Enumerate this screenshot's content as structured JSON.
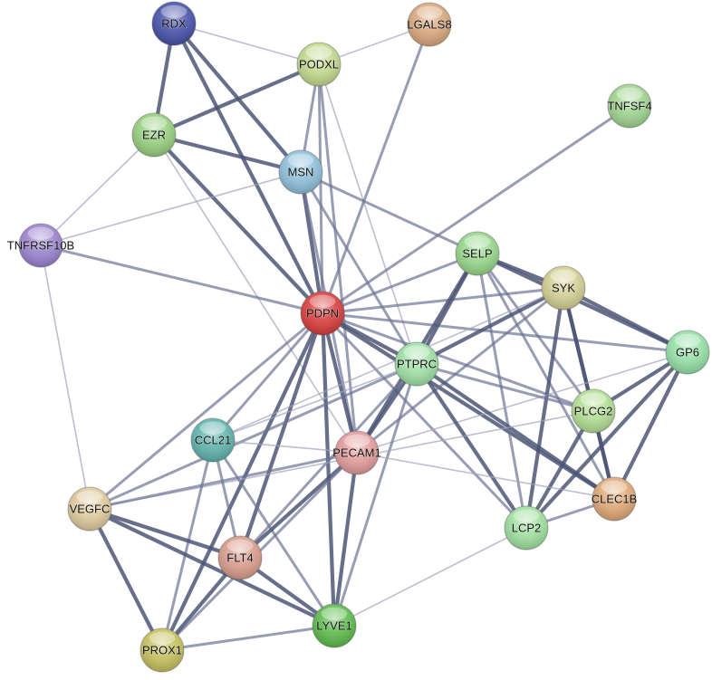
{
  "nodes": [
    {
      "id": "RDX",
      "label": "RDX",
      "color": "#4550a8"
    },
    {
      "id": "LGALS8",
      "label": "LGALS8",
      "color": "#d9a77c"
    },
    {
      "id": "PODXL",
      "label": "PODXL",
      "color": "#c2d98c"
    },
    {
      "id": "TNFSF4",
      "label": "TNFSF4",
      "color": "#9fd48f"
    },
    {
      "id": "EZR",
      "label": "EZR",
      "color": "#96cf7e"
    },
    {
      "id": "MSN",
      "label": "MSN",
      "color": "#8ebfdb"
    },
    {
      "id": "TNFRSF10B",
      "label": "TNFRSF10B",
      "color": "#9a82cf"
    },
    {
      "id": "SELP",
      "label": "SELP",
      "color": "#96d68a"
    },
    {
      "id": "SYK",
      "label": "SYK",
      "color": "#d3cf93"
    },
    {
      "id": "PDPN",
      "label": "PDPN",
      "color": "#d93b3b"
    },
    {
      "id": "GP6",
      "label": "GP6",
      "color": "#94e0a6"
    },
    {
      "id": "PTPRC",
      "label": "PTPRC",
      "color": "#9fe0a6"
    },
    {
      "id": "PLCG2",
      "label": "PLCG2",
      "color": "#b2de92"
    },
    {
      "id": "CCL21",
      "label": "CCL21",
      "color": "#5fb3ad"
    },
    {
      "id": "PECAM1",
      "label": "PECAM1",
      "color": "#e39b9b"
    },
    {
      "id": "CLEC1B",
      "label": "CLEC1B",
      "color": "#e0a876"
    },
    {
      "id": "VEGFC",
      "label": "VEGFC",
      "color": "#e0ca9e"
    },
    {
      "id": "LCP2",
      "label": "LCP2",
      "color": "#9fe09f"
    },
    {
      "id": "FLT4",
      "label": "FLT4",
      "color": "#d99c8c"
    },
    {
      "id": "LYVE1",
      "label": "LYVE1",
      "color": "#5cba4a"
    },
    {
      "id": "PROX1",
      "label": "PROX1",
      "color": "#c6c05c"
    }
  ],
  "edges": [
    {
      "source": "RDX",
      "target": "EZR",
      "weight": "strong"
    },
    {
      "source": "RDX",
      "target": "MSN",
      "weight": "strong"
    },
    {
      "source": "RDX",
      "target": "PDPN",
      "weight": "strong"
    },
    {
      "source": "RDX",
      "target": "PODXL",
      "weight": "weak"
    },
    {
      "source": "EZR",
      "target": "PODXL",
      "weight": "strong"
    },
    {
      "source": "EZR",
      "target": "MSN",
      "weight": "strong"
    },
    {
      "source": "EZR",
      "target": "PDPN",
      "weight": "strong"
    },
    {
      "source": "EZR",
      "target": "TNFRSF10B",
      "weight": "weak"
    },
    {
      "source": "EZR",
      "target": "PECAM1",
      "weight": "weak"
    },
    {
      "source": "PODXL",
      "target": "LGALS8",
      "weight": "weak"
    },
    {
      "source": "PODXL",
      "target": "MSN",
      "weight": "medium"
    },
    {
      "source": "PODXL",
      "target": "PDPN",
      "weight": "medium"
    },
    {
      "source": "PODXL",
      "target": "PECAM1",
      "weight": "medium"
    },
    {
      "source": "PODXL",
      "target": "PTPRC",
      "weight": "weak"
    },
    {
      "source": "LGALS8",
      "target": "PDPN",
      "weight": "medium"
    },
    {
      "source": "MSN",
      "target": "PDPN",
      "weight": "strong"
    },
    {
      "source": "MSN",
      "target": "PECAM1",
      "weight": "medium"
    },
    {
      "source": "MSN",
      "target": "PTPRC",
      "weight": "medium"
    },
    {
      "source": "MSN",
      "target": "SELP",
      "weight": "medium"
    },
    {
      "source": "MSN",
      "target": "TNFRSF10B",
      "weight": "weak"
    },
    {
      "source": "TNFSF4",
      "target": "PDPN",
      "weight": "medium"
    },
    {
      "source": "TNFRSF10B",
      "target": "PDPN",
      "weight": "medium"
    },
    {
      "source": "TNFRSF10B",
      "target": "VEGFC",
      "weight": "weak"
    },
    {
      "source": "PDPN",
      "target": "SELP",
      "weight": "medium"
    },
    {
      "source": "PDPN",
      "target": "SYK",
      "weight": "medium"
    },
    {
      "source": "PDPN",
      "target": "GP6",
      "weight": "medium"
    },
    {
      "source": "PDPN",
      "target": "PTPRC",
      "weight": "strong"
    },
    {
      "source": "PDPN",
      "target": "PLCG2",
      "weight": "medium"
    },
    {
      "source": "PDPN",
      "target": "CLEC1B",
      "weight": "strong"
    },
    {
      "source": "PDPN",
      "target": "LCP2",
      "weight": "medium"
    },
    {
      "source": "PDPN",
      "target": "PECAM1",
      "weight": "strong"
    },
    {
      "source": "PDPN",
      "target": "CCL21",
      "weight": "medium"
    },
    {
      "source": "PDPN",
      "target": "VEGFC",
      "weight": "medium"
    },
    {
      "source": "PDPN",
      "target": "FLT4",
      "weight": "strong"
    },
    {
      "source": "PDPN",
      "target": "LYVE1",
      "weight": "strong"
    },
    {
      "source": "PDPN",
      "target": "PROX1",
      "weight": "strong"
    },
    {
      "source": "SELP",
      "target": "SYK",
      "weight": "strong"
    },
    {
      "source": "SELP",
      "target": "GP6",
      "weight": "strong"
    },
    {
      "source": "SELP",
      "target": "PTPRC",
      "weight": "strong"
    },
    {
      "source": "SELP",
      "target": "PLCG2",
      "weight": "medium"
    },
    {
      "source": "SELP",
      "target": "LCP2",
      "weight": "medium"
    },
    {
      "source": "SELP",
      "target": "PECAM1",
      "weight": "strong"
    },
    {
      "source": "SELP",
      "target": "CLEC1B",
      "weight": "medium"
    },
    {
      "source": "SYK",
      "target": "GP6",
      "weight": "strong"
    },
    {
      "source": "SYK",
      "target": "PLCG2",
      "weight": "strong"
    },
    {
      "source": "SYK",
      "target": "LCP2",
      "weight": "strong"
    },
    {
      "source": "SYK",
      "target": "CLEC1B",
      "weight": "strong"
    },
    {
      "source": "SYK",
      "target": "PTPRC",
      "weight": "strong"
    },
    {
      "source": "SYK",
      "target": "PECAM1",
      "weight": "medium"
    },
    {
      "source": "SYK",
      "target": "CCL21",
      "weight": "weak"
    },
    {
      "source": "GP6",
      "target": "PLCG2",
      "weight": "strong"
    },
    {
      "source": "GP6",
      "target": "CLEC1B",
      "weight": "strong"
    },
    {
      "source": "GP6",
      "target": "LCP2",
      "weight": "strong"
    },
    {
      "source": "GP6",
      "target": "PECAM1",
      "weight": "weak"
    },
    {
      "source": "PTPRC",
      "target": "PLCG2",
      "weight": "medium"
    },
    {
      "source": "PTPRC",
      "target": "CLEC1B",
      "weight": "strong"
    },
    {
      "source": "PTPRC",
      "target": "LCP2",
      "weight": "strong"
    },
    {
      "source": "PTPRC",
      "target": "PECAM1",
      "weight": "strong"
    },
    {
      "source": "PTPRC",
      "target": "FLT4",
      "weight": "medium"
    },
    {
      "source": "PTPRC",
      "target": "LYVE1",
      "weight": "medium"
    },
    {
      "source": "PTPRC",
      "target": "VEGFC",
      "weight": "medium"
    },
    {
      "source": "PTPRC",
      "target": "CCL21",
      "weight": "weak"
    },
    {
      "source": "PLCG2",
      "target": "CLEC1B",
      "weight": "strong"
    },
    {
      "source": "PLCG2",
      "target": "LCP2",
      "weight": "strong"
    },
    {
      "source": "PLCG2",
      "target": "VEGFC",
      "weight": "weak"
    },
    {
      "source": "CLEC1B",
      "target": "LCP2",
      "weight": "medium"
    },
    {
      "source": "CLEC1B",
      "target": "PECAM1",
      "weight": "weak"
    },
    {
      "source": "LCP2",
      "target": "LYVE1",
      "weight": "weak"
    },
    {
      "source": "CCL21",
      "target": "PECAM1",
      "weight": "weak"
    },
    {
      "source": "CCL21",
      "target": "FLT4",
      "weight": "medium"
    },
    {
      "source": "CCL21",
      "target": "LYVE1",
      "weight": "medium"
    },
    {
      "source": "CCL21",
      "target": "PROX1",
      "weight": "medium"
    },
    {
      "source": "PECAM1",
      "target": "VEGFC",
      "weight": "medium"
    },
    {
      "source": "PECAM1",
      "target": "FLT4",
      "weight": "strong"
    },
    {
      "source": "PECAM1",
      "target": "LYVE1",
      "weight": "strong"
    },
    {
      "source": "PECAM1",
      "target": "PROX1",
      "weight": "medium"
    },
    {
      "source": "VEGFC",
      "target": "FLT4",
      "weight": "strong"
    },
    {
      "source": "VEGFC",
      "target": "LYVE1",
      "weight": "strong"
    },
    {
      "source": "VEGFC",
      "target": "PROX1",
      "weight": "strong"
    },
    {
      "source": "FLT4",
      "target": "LYVE1",
      "weight": "strong"
    },
    {
      "source": "FLT4",
      "target": "PROX1",
      "weight": "strong"
    },
    {
      "source": "LYVE1",
      "target": "PROX1",
      "weight": "medium"
    }
  ]
}
